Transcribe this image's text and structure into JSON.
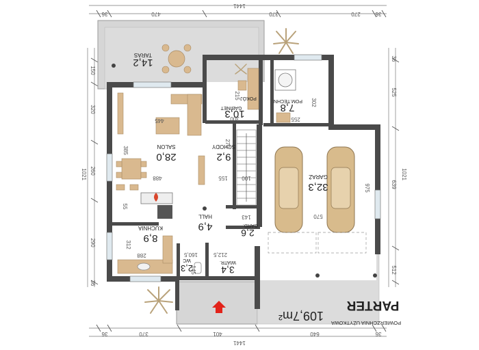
{
  "title": "PARTER",
  "subtitle": "POWIERZCHNIA UŻYTKOWA",
  "total_area": "109,7m²",
  "rooms": [
    {
      "key": "taras",
      "name": "TARAS",
      "area": "14,2"
    },
    {
      "key": "pokoj",
      "name": "POKÓJ",
      "name2": "GABINET",
      "area": "10,3"
    },
    {
      "key": "tech",
      "name": "POM.TECHN.",
      "area": "7,8"
    },
    {
      "key": "salon",
      "name": "SALON",
      "area": "28,0"
    },
    {
      "key": "schody",
      "name": "SCHODY",
      "area": "9,2"
    },
    {
      "key": "garaz",
      "name": "GARAŻ",
      "area": "32,3"
    },
    {
      "key": "hall",
      "name": "HALL",
      "area": "4,9"
    },
    {
      "key": "kuchnia",
      "name": "KUCHNIA",
      "area": "8,9"
    },
    {
      "key": "gard",
      "name": "GARD.",
      "area": "2,6"
    },
    {
      "key": "wc",
      "name": "WC",
      "area": "2,3"
    },
    {
      "key": "wiatr",
      "name": "WIATR.",
      "area": "3,4"
    }
  ],
  "dims": {
    "top_total": "1441",
    "top_a": "36",
    "top_b": "470",
    "top_c": "370",
    "top_d": "270",
    "top_e": "36",
    "bottom_total": "1441",
    "bottom_a": "36",
    "bottom_b": "370",
    "bottom_c": "401",
    "bottom_d": "640",
    "bottom_e": "36",
    "left_total": "1021",
    "left_a": "150",
    "left_b": "320",
    "left_c": "260",
    "left_d": "290",
    "left_e": "36",
    "right_total": "1021",
    "right_a": "36",
    "right_b": "525",
    "right_c": "639",
    "right_d": "512",
    "in_445": "445",
    "in_488": "488",
    "in_300": "300",
    "in_155": "155",
    "in_100": "100",
    "in_255": "255",
    "in_570": "570",
    "in_288": "288",
    "in_143": "143",
    "in_160": "160,5",
    "in_212": "212,5",
    "in_145": "145",
    "in_302": "302",
    "in_385": "385",
    "in_975": "975",
    "in_312": "312",
    "in_215": "215",
    "in_270": "270",
    "in_55": "55"
  }
}
